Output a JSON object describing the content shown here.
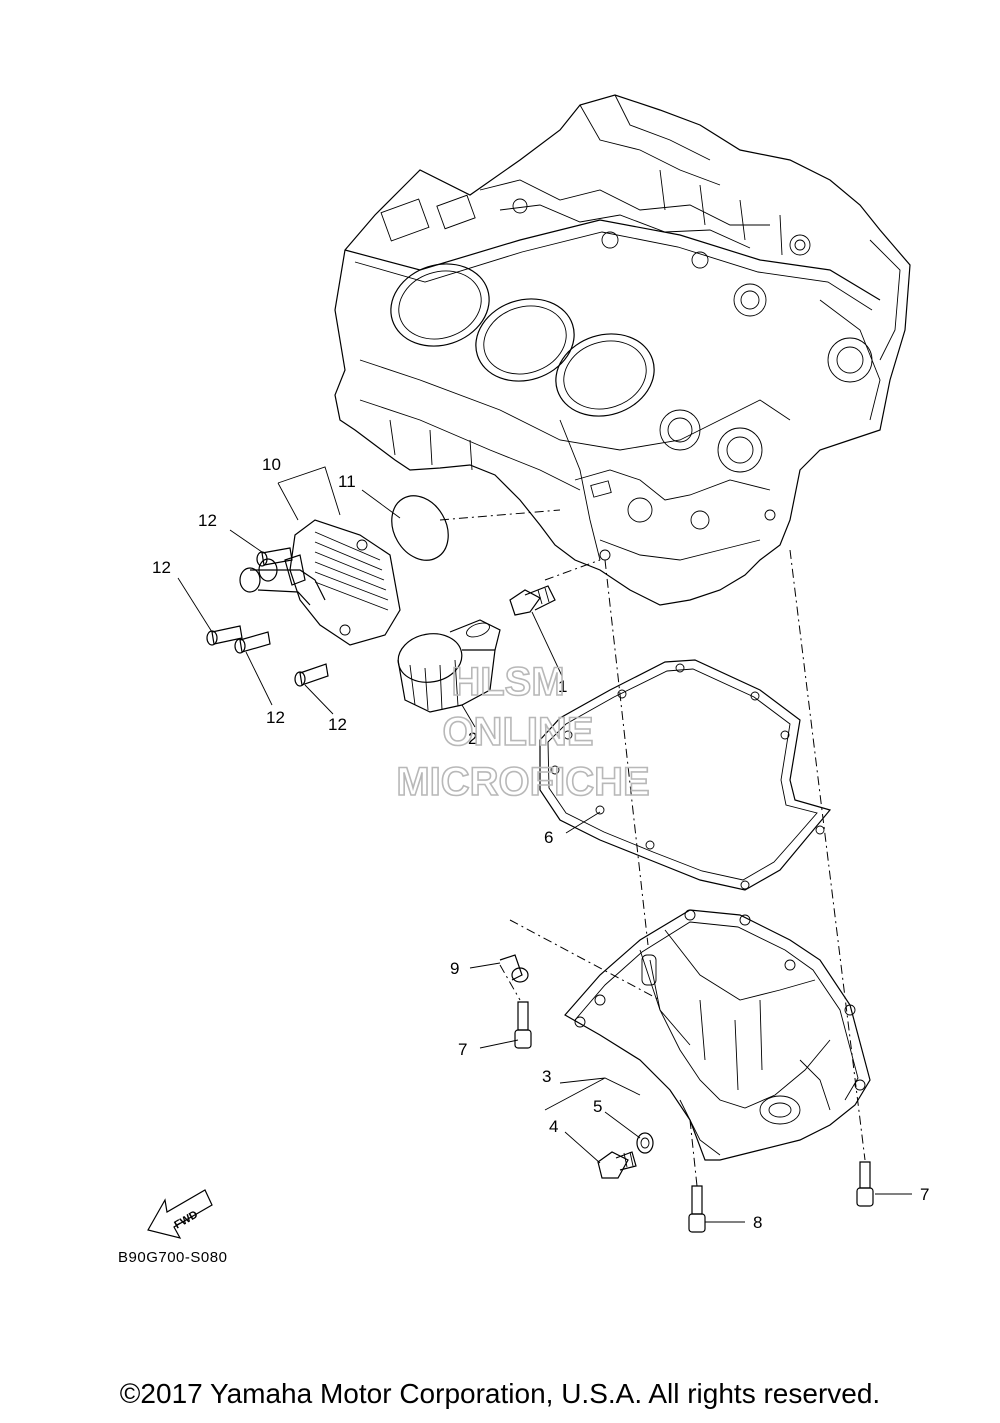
{
  "diagram": {
    "callouts": {
      "c1": "1",
      "c2": "2",
      "c3": "3",
      "c4": "4",
      "c5": "5",
      "c6": "6",
      "c7a": "7",
      "c7b": "7",
      "c8": "8",
      "c9": "9",
      "c10": "10",
      "c11": "11",
      "c12a": "12",
      "c12b": "12",
      "c12c": "12",
      "c12d": "12"
    },
    "fwd_label": "FWD",
    "reference_code": "B90G700-S080",
    "watermark": {
      "line1": "HLSM",
      "line2": "ONLINE",
      "line3": "MICROFICHE"
    }
  },
  "footer": {
    "copyright": "©2017 Yamaha Motor Corporation, U.S.A. All rights reserved."
  }
}
